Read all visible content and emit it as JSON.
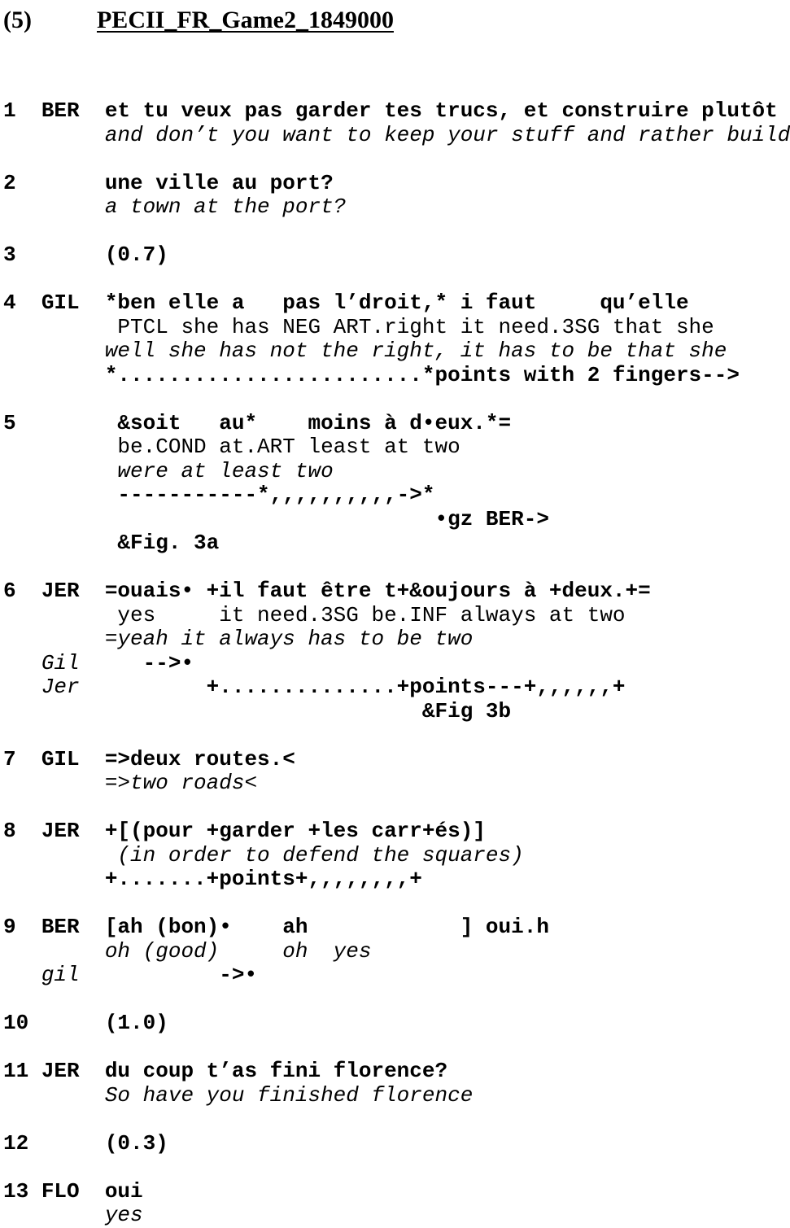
{
  "header": {
    "index": "(5)",
    "title": "PECII_FR_Game2_1849000"
  },
  "lines": [
    {
      "num": "1",
      "speaker": "BER",
      "rows": [
        {
          "seg": [
            {
              "t": "et tu veux pas garder tes trucs, et construire plutôt",
              "s": "b"
            }
          ]
        },
        {
          "seg": [
            {
              "t": "and don’t you want to keep your stuff and rather build",
              "s": "i"
            }
          ]
        }
      ]
    },
    {
      "num": "2",
      "speaker": "",
      "rows": [
        {
          "seg": [
            {
              "t": "une ville au port?",
              "s": "b"
            }
          ]
        },
        {
          "seg": [
            {
              "t": "a town at the port?",
              "s": "i"
            }
          ]
        }
      ]
    },
    {
      "num": "3",
      "speaker": "",
      "rows": [
        {
          "seg": [
            {
              "t": "(0.7)",
              "s": "b"
            }
          ]
        }
      ]
    },
    {
      "num": "4",
      "speaker": "GIL",
      "rows": [
        {
          "seg": [
            {
              "t": "*ben elle a   pas l’droit,* i faut     qu’elle",
              "s": "b"
            }
          ]
        },
        {
          "seg": [
            {
              "t": " PTCL she has NEG ART.right it need.3SG that she",
              "s": "r"
            }
          ]
        },
        {
          "seg": [
            {
              "t": "well she has not the right, it has to be that she",
              "s": "i"
            }
          ]
        },
        {
          "seg": [
            {
              "t": "*........................*points with 2 fingers-->",
              "s": "b"
            }
          ]
        }
      ]
    },
    {
      "num": "5",
      "speaker": "",
      "rows": [
        {
          "seg": [
            {
              "t": " &soit   au*    moins à d•eux.*=",
              "s": "b"
            }
          ]
        },
        {
          "seg": [
            {
              "t": " be.COND at.ART least at two",
              "s": "r"
            }
          ]
        },
        {
          "seg": [
            {
              "t": " were at least two",
              "s": "i"
            }
          ]
        },
        {
          "seg": [
            {
              "t": " -----------*,,,,,,,,,,->*",
              "s": "b"
            }
          ]
        },
        {
          "seg": [
            {
              "t": "                          •gz BER->",
              "s": "b"
            }
          ]
        },
        {
          "seg": [
            {
              "t": " &Fig. 3a",
              "s": "b"
            }
          ]
        }
      ]
    },
    {
      "num": "6",
      "speaker": "JER",
      "rows": [
        {
          "seg": [
            {
              "t": "=ouais• +il faut être t+&oujours à +deux.+=",
              "s": "b"
            }
          ]
        },
        {
          "seg": [
            {
              "t": " yes     it need.3SG be.INF always at two",
              "s": "r"
            }
          ]
        },
        {
          "seg": [
            {
              "t": "=yeah it always has to be two",
              "s": "i"
            }
          ]
        },
        {
          "sp": "Gil",
          "seg": [
            {
              "t": "   -->•",
              "s": "b"
            }
          ]
        },
        {
          "sp": "Jer",
          "seg": [
            {
              "t": "        +..............+points---+,,,,,,+",
              "s": "b"
            }
          ]
        },
        {
          "seg": [
            {
              "t": "                         &Fig 3b",
              "s": "b"
            }
          ]
        }
      ]
    },
    {
      "num": "7",
      "speaker": "GIL",
      "rows": [
        {
          "seg": [
            {
              "t": "=>deux routes.<",
              "s": "b"
            }
          ]
        },
        {
          "seg": [
            {
              "t": "=>two roads<",
              "s": "i"
            }
          ]
        }
      ]
    },
    {
      "num": "8",
      "speaker": "JER",
      "rows": [
        {
          "seg": [
            {
              "t": "+[(pour +garder +les carr+és)]",
              "s": "b"
            }
          ]
        },
        {
          "seg": [
            {
              "t": " (in order to defend the squares)",
              "s": "i"
            }
          ]
        },
        {
          "seg": [
            {
              "t": "+.......+points+,,,,,,,,+",
              "s": "b"
            }
          ]
        }
      ]
    },
    {
      "num": "9",
      "speaker": "BER",
      "rows": [
        {
          "seg": [
            {
              "t": "[ah (bon)•    ah            ] oui.h",
              "s": "b"
            }
          ]
        },
        {
          "seg": [
            {
              "t": "oh (good)     oh  yes",
              "s": "i"
            }
          ]
        },
        {
          "sp": "gil",
          "seg": [
            {
              "t": "         ->•",
              "s": "b"
            }
          ]
        }
      ]
    },
    {
      "num": "10",
      "speaker": "",
      "rows": [
        {
          "seg": [
            {
              "t": "(1.0)",
              "s": "b"
            }
          ]
        }
      ]
    },
    {
      "num": "11",
      "speaker": "JER",
      "rows": [
        {
          "seg": [
            {
              "t": "du coup t’as fini florence?",
              "s": "b"
            }
          ]
        },
        {
          "seg": [
            {
              "t": "So have you finished florence",
              "s": "i"
            }
          ]
        }
      ]
    },
    {
      "num": "12",
      "speaker": "",
      "rows": [
        {
          "seg": [
            {
              "t": "(0.3)",
              "s": "b"
            }
          ]
        }
      ]
    },
    {
      "num": "13",
      "speaker": "FLO",
      "rows": [
        {
          "seg": [
            {
              "t": "oui",
              "s": "b"
            }
          ]
        },
        {
          "seg": [
            {
              "t": "yes",
              "s": "i"
            }
          ]
        }
      ]
    }
  ]
}
